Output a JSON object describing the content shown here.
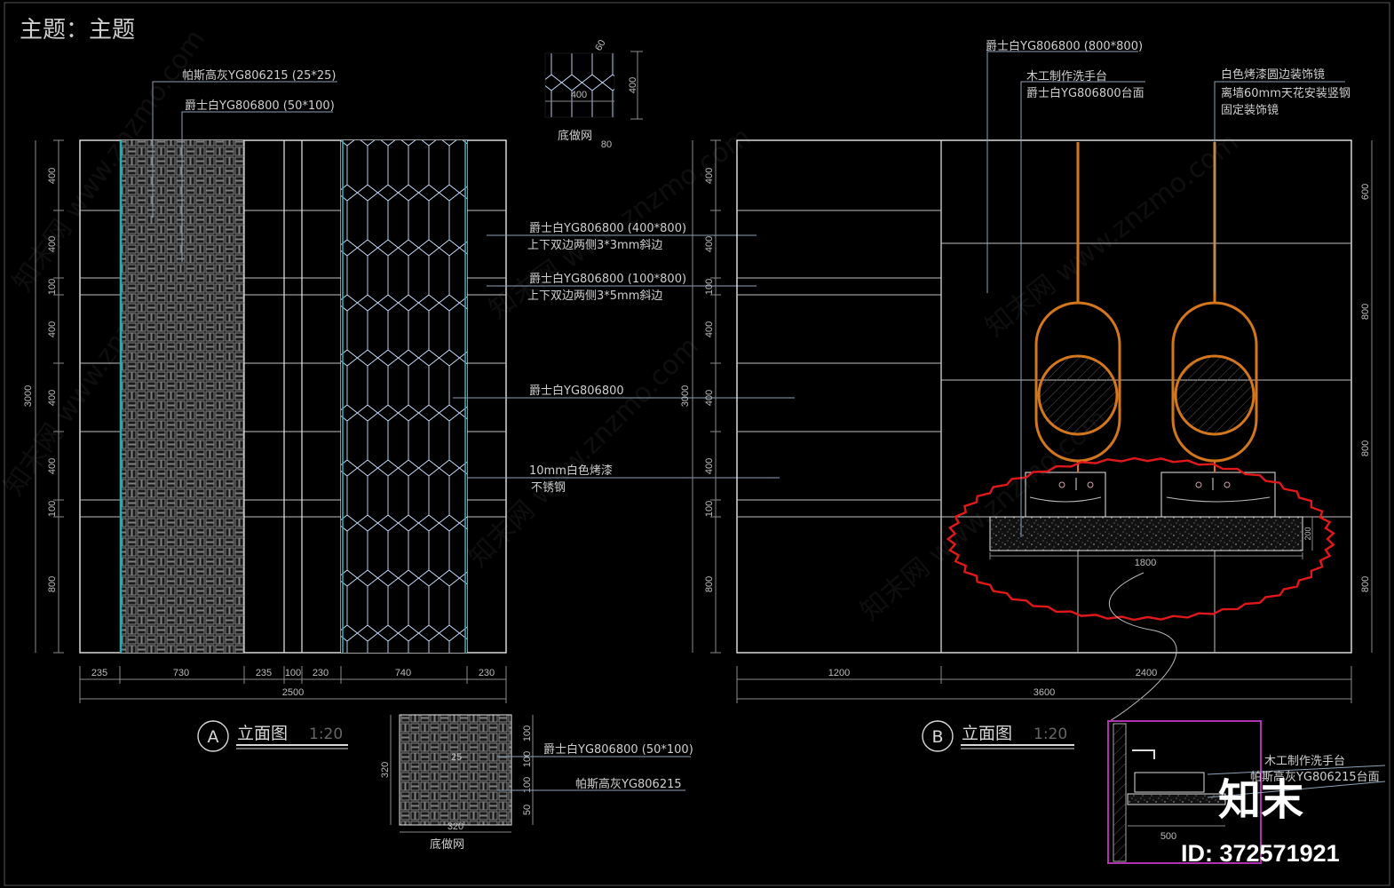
{
  "sheet": {
    "title": "主题：主题"
  },
  "elevation_a": {
    "label": "立面图",
    "mark": "A",
    "scale": "1:20",
    "notes": [
      "帕斯高灰YG806215 (25*25)",
      "爵士白YG806800 (50*100)",
      "爵士白YG806800 (400*800)",
      "上下双边两侧3*3mm斜边",
      "爵士白YG806800 (100*800)",
      "上下双边两侧3*5mm斜边",
      "爵士白YG806800",
      "10mm白色烤漆",
      "不锈钢"
    ],
    "bottom_dims": [
      "235",
      "730",
      "235",
      "100",
      "230",
      "740",
      "230"
    ],
    "total_dim": "2500",
    "left_dims": [
      "400",
      "400",
      "100",
      "400",
      "400",
      "400",
      "100",
      "800"
    ],
    "height_dim": "3000"
  },
  "detail_hex": {
    "width": "400",
    "height": "400",
    "small": "60",
    "unit": "80",
    "caption": "底做网"
  },
  "detail_weave": {
    "left_dim": "320",
    "bottom_dim": "320",
    "inner": "25",
    "right_dims": [
      "100",
      "100",
      "100",
      "50"
    ],
    "notes": [
      "爵士白YG806800 (50*100)",
      "帕斯高灰YG806215"
    ],
    "caption": "底做网"
  },
  "elevation_b": {
    "label": "立面图",
    "mark": "B",
    "scale": "1:20",
    "notes": [
      "爵士白YG806800 (800*800)",
      "木工制作洗手台",
      "爵士白YG806800台面",
      "白色烤漆圆边装饰镜",
      "离墙60mm天花安装竖钢",
      "固定装饰镜"
    ],
    "left_dims": [
      "400",
      "400",
      "100",
      "400",
      "400",
      "400",
      "100",
      "800"
    ],
    "height_dim": "3000",
    "right_dims": [
      "600",
      "800",
      "800",
      "800"
    ],
    "bottom_dims": [
      "1200",
      "2400"
    ],
    "total_dim": "3600",
    "counter_width": "1800",
    "counter_thk": "200"
  },
  "section_detail": {
    "notes": [
      "木工制作洗手台",
      "帕斯高灰YG806215台面"
    ],
    "width_dim": "500"
  },
  "watermark": {
    "text": "知末网 www.znzmo.com",
    "brand": "知末",
    "id": "ID: 372571921"
  },
  "colors": {
    "line": "#e8e8e8",
    "leader": "#8ea2b8",
    "dimension": "#9a9a9a",
    "hex_stroke": "#b8d8ff",
    "mirror": "#d4771c",
    "revision_cloud": "#e01818",
    "callout_box": "#b030b0",
    "accent_edge": "#20b0b8"
  }
}
